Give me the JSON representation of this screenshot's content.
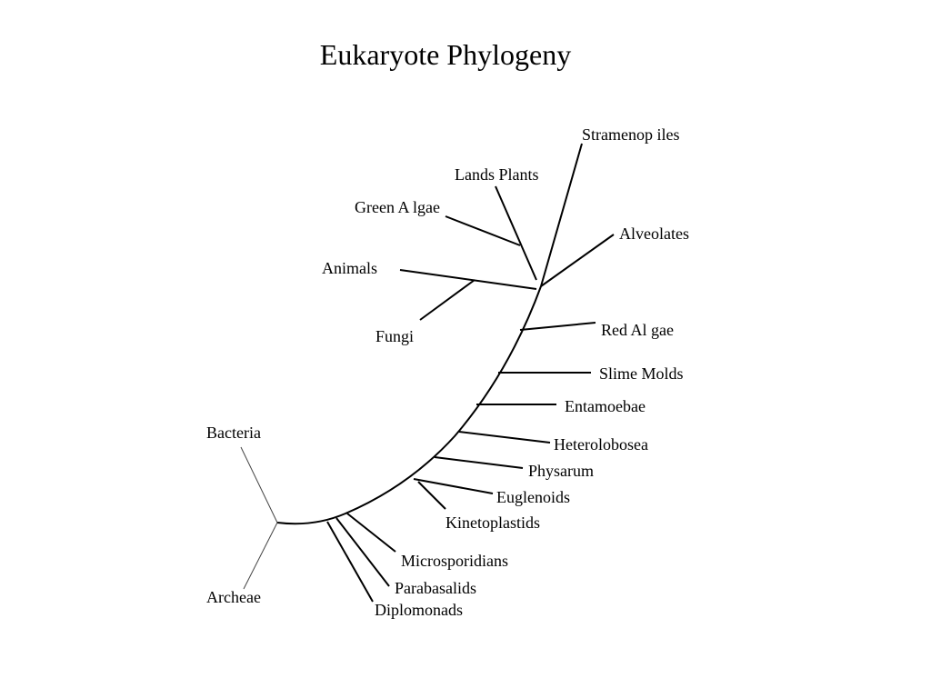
{
  "title": "Eukaryote Phylogeny",
  "taxa": {
    "stramenopiles": "Stramenop iles",
    "land_plants": "Lands Plants",
    "green_algae": "Green A lgae",
    "alveolates": "Alveolates",
    "animals": "Animals",
    "fungi": "Fungi",
    "red_algae": "Red Al gae",
    "slime_molds": "Slime Molds",
    "entamoebae": "Entamoebae",
    "heterolobosea": "Heterolobosea",
    "physarum": "Physarum",
    "euglenoids": "Euglenoids",
    "kinetoplastids": "Kinetoplastids",
    "microsporidians": "Microsporidians",
    "parabasalids": "Parabasalids",
    "diplomonads": "Diplomonads",
    "bacteria": "Bacteria",
    "archeae": "Archeae"
  },
  "colors": {
    "line": "#000000",
    "background": "#ffffff"
  }
}
